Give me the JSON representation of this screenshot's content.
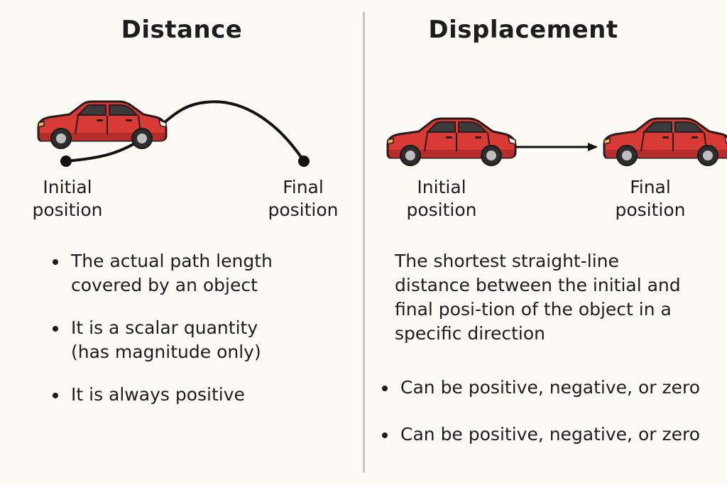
{
  "distance": {
    "title": "Distance",
    "initial_line1": "Initial",
    "initial_line2": "position",
    "final_line1": "Final",
    "final_line2": "position",
    "bullets": [
      "The actual path length covered by an object",
      "It is a scalar quantity (has magnitude only)",
      "It is always positive"
    ]
  },
  "displacement": {
    "title": "Displacement",
    "initial_line1": "Initial",
    "initial_line2": "position",
    "final_line1": "Final",
    "final_line2": "position",
    "description": "The shortest straight-line distance between the initial and final posi-tion of the object in a specific direction",
    "bullets": [
      "Can be positive, negative, or zero",
      "Can be positive, negative, or zero"
    ]
  },
  "colors": {
    "car_body": "#d83a35",
    "car_outline": "#2a1a1a",
    "path": "#111111"
  }
}
